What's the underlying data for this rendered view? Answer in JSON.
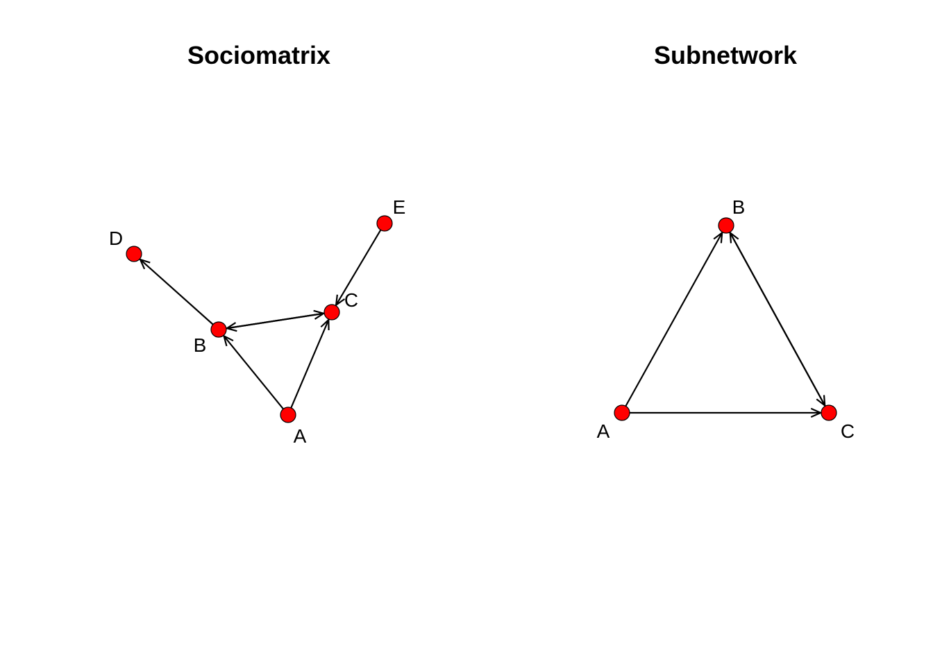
{
  "colors": {
    "node_fill": "#ff0000",
    "node_stroke": "#000000",
    "edge": "#000000"
  },
  "panels": [
    {
      "id": "sociomatrix",
      "title": "Sociomatrix",
      "nodes": [
        {
          "id": "A",
          "label": "A"
        },
        {
          "id": "B",
          "label": "B"
        },
        {
          "id": "C",
          "label": "C"
        },
        {
          "id": "D",
          "label": "D"
        },
        {
          "id": "E",
          "label": "E"
        }
      ],
      "edges": [
        {
          "from": "B",
          "to": "D"
        },
        {
          "from": "A",
          "to": "B"
        },
        {
          "from": "A",
          "to": "C"
        },
        {
          "from": "B",
          "to": "C"
        },
        {
          "from": "C",
          "to": "B"
        },
        {
          "from": "E",
          "to": "C"
        }
      ]
    },
    {
      "id": "subnetwork",
      "title": "Subnetwork",
      "nodes": [
        {
          "id": "A",
          "label": "A"
        },
        {
          "id": "B",
          "label": "B"
        },
        {
          "id": "C",
          "label": "C"
        }
      ],
      "edges": [
        {
          "from": "A",
          "to": "B"
        },
        {
          "from": "A",
          "to": "C"
        },
        {
          "from": "B",
          "to": "C"
        },
        {
          "from": "C",
          "to": "B"
        }
      ]
    }
  ]
}
